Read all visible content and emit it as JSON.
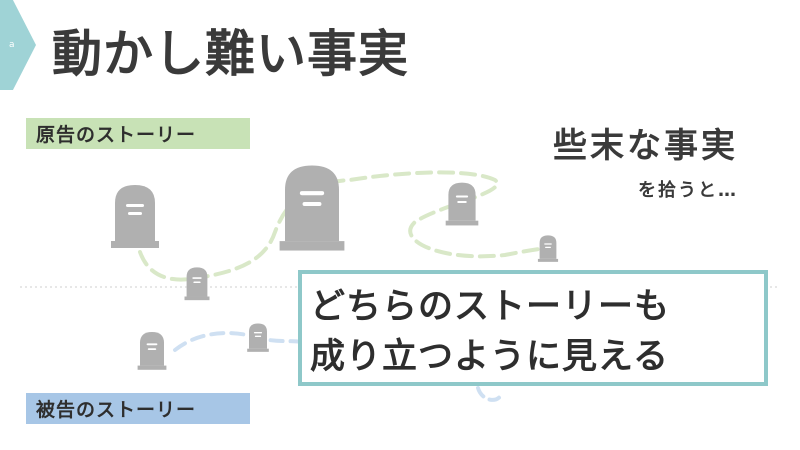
{
  "slide": {
    "number": "a",
    "title": "動かし難い事実"
  },
  "labels": {
    "plaintiff_story": "原告のストーリー",
    "defendant_story": "被告のストーリー"
  },
  "callout": {
    "trivial_facts": "些末な事実",
    "collect": "を拾うと…"
  },
  "conclusion": {
    "line1": "どちらのストーリーも",
    "line2": "成り立つように見える"
  },
  "colors": {
    "accent_teal": "#8ec8c9",
    "plaintiff_green": "#c8e2b6",
    "defendant_blue": "#a7c6e6",
    "tombstone_gray": "#b0b0b0"
  },
  "icons": [
    "tombstone-icon"
  ]
}
